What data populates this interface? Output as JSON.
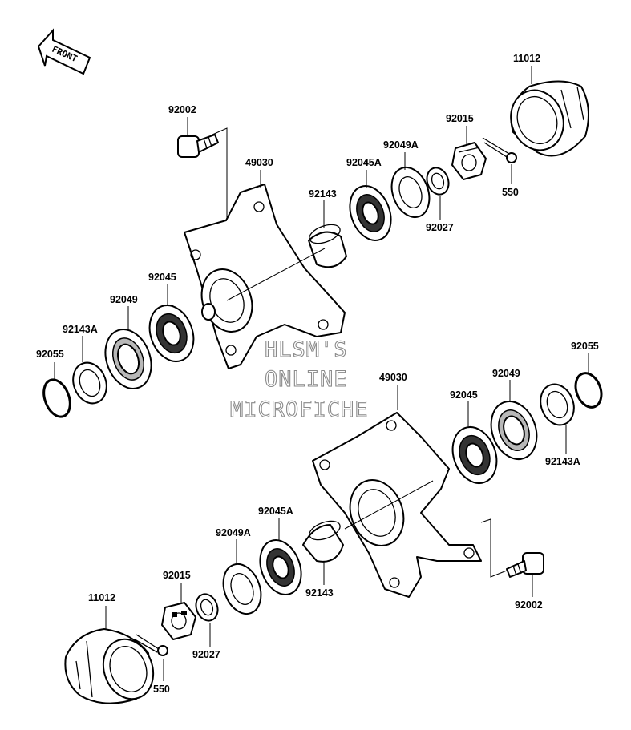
{
  "front_label": "FRONT",
  "watermark": {
    "line1": "HLSM'S",
    "line2": "ONLINE",
    "line3": "MICROFICHE"
  },
  "labels": {
    "p92002_top": "92002",
    "p49030_top": "49030",
    "p92143_top": "92143",
    "p92045A_top": "92045A",
    "p92049A_top": "92049A",
    "p92015_top": "92015",
    "p92027_top": "92027",
    "p550_top": "550",
    "p11012_top": "11012",
    "p92045_left": "92045",
    "p92049_left": "92049",
    "p92143A_left": "92143A",
    "p92055_left": "92055",
    "p92055_right": "92055",
    "p49030_bottom": "49030",
    "p92049_right": "92049",
    "p92045_right": "92045",
    "p92143A_right": "92143A",
    "p92045A_bottom": "92045A",
    "p92049A_bottom": "92049A",
    "p92143_bottom": "92143",
    "p92015_bottom": "92015",
    "p11012_bottom": "11012",
    "p92027_bottom": "92027",
    "p550_bottom": "550",
    "p92002_bottom": "92002"
  }
}
